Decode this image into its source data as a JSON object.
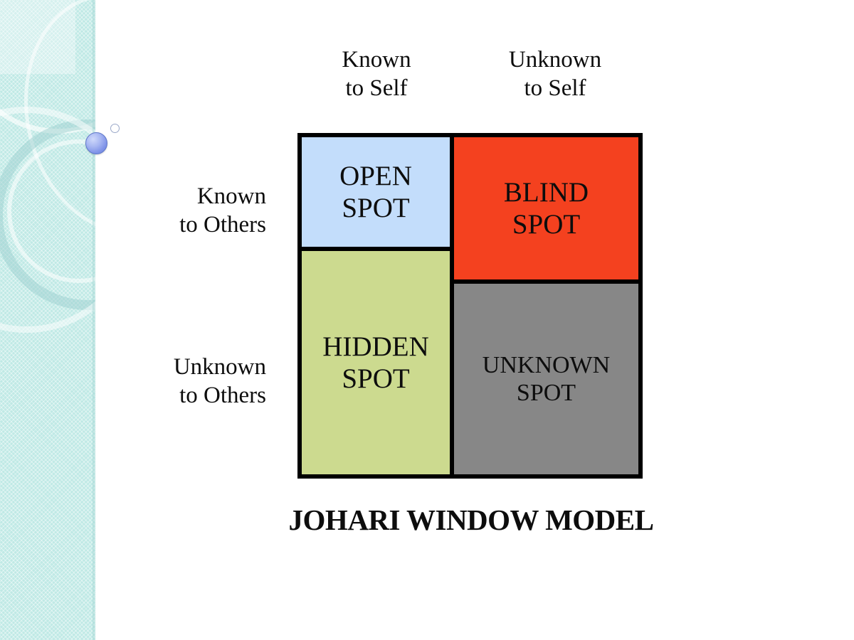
{
  "slide": {
    "background_color": "#ffffff",
    "decor": {
      "band_color": "#bfe9e5",
      "bullet_color": "#8fa3ea"
    }
  },
  "diagram": {
    "title": "JOHARI WINDOW MODEL",
    "column_headers": [
      "Known\nto Self",
      "Unknown\nto Self"
    ],
    "row_headers": [
      "Known\nto Others",
      "Unknown\nto Others"
    ],
    "quadrants": [
      {
        "id": "open",
        "label": "OPEN\nSPOT",
        "color": "#c3ddfb",
        "row": "Known to Others",
        "column": "Known to Self"
      },
      {
        "id": "blind",
        "label": "BLIND\nSPOT",
        "color": "#f4411f",
        "row": "Known to Others",
        "column": "Unknown to Self"
      },
      {
        "id": "hidden",
        "label": "HIDDEN\nSPOT",
        "color": "#ccda8f",
        "row": "Unknown to Others",
        "column": "Known to Self"
      },
      {
        "id": "unknown",
        "label": "UNKNOWN\nSPOT",
        "color": "#878787",
        "row": "Unknown to Others",
        "column": "Unknown to Self"
      }
    ],
    "border_color": "#000000"
  }
}
